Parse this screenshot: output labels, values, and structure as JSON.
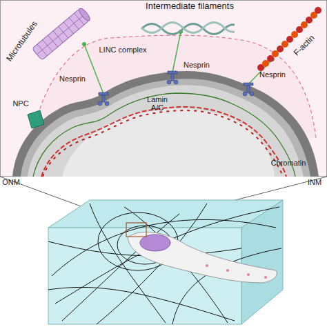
{
  "diagram": {
    "labels": [
      "Intermediate filaments",
      "Microtubules",
      "F-actin",
      "LINC complex",
      "Nesprin",
      "Nesprin",
      "Nesprin",
      "NPC",
      "Lamin A/C",
      "Chromatin",
      "ONM",
      "INM"
    ]
  }
}
